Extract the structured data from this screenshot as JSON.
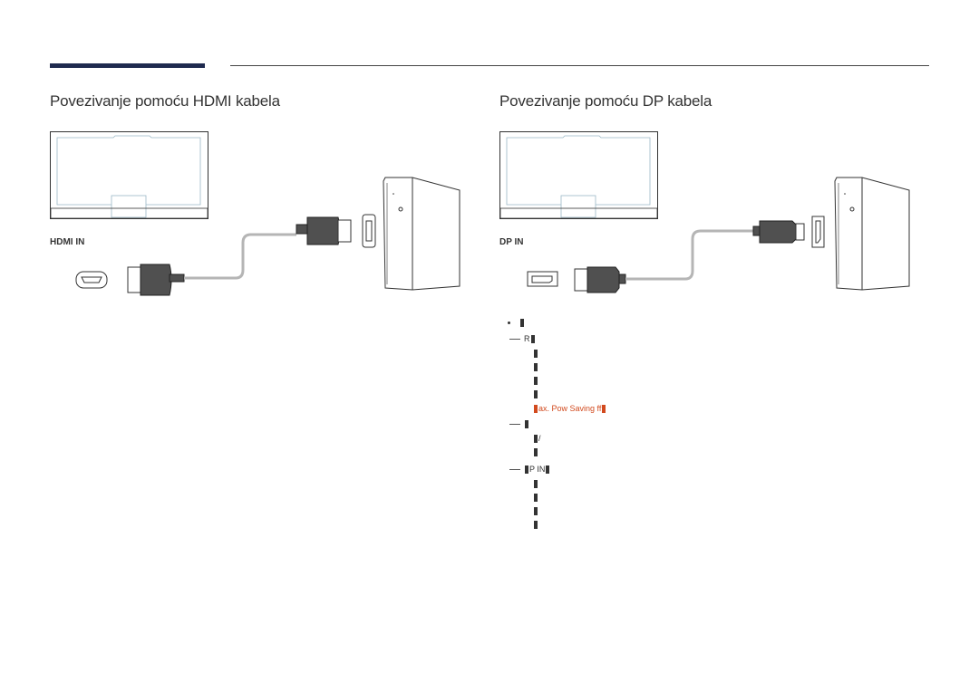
{
  "header": {
    "accent_color": "#1f2a4f"
  },
  "sections": {
    "hdmi": {
      "title": "Povezivanje pomoću HDMI kabela",
      "port_label": "HDMI IN"
    },
    "dp": {
      "title": "Povezivanje pomoću DP kabela",
      "port_label": "DP IN"
    }
  },
  "notes": {
    "rows": [
      {
        "prefix": "",
        "text": "",
        "kind": "bullet"
      },
      {
        "prefix": "R",
        "text": "",
        "kind": "dash"
      },
      {
        "prefix": "",
        "text": "",
        "kind": "line"
      },
      {
        "prefix": "",
        "text": "",
        "kind": "line"
      },
      {
        "prefix": "",
        "text": "",
        "kind": "line"
      },
      {
        "prefix": "",
        "text": "",
        "kind": "line"
      },
      {
        "prefix": "",
        "text": "ax. Pow Saving ff",
        "kind": "accent"
      },
      {
        "prefix": "",
        "text": "",
        "kind": "dash"
      },
      {
        "prefix": "",
        "text": "/",
        "kind": "line"
      },
      {
        "prefix": "",
        "text": "",
        "kind": "line"
      },
      {
        "prefix": "P IN",
        "text": "",
        "kind": "dash"
      },
      {
        "prefix": "",
        "text": "",
        "kind": "line"
      },
      {
        "prefix": "",
        "text": "",
        "kind": "line"
      },
      {
        "prefix": "",
        "text": "",
        "kind": "line"
      },
      {
        "prefix": "",
        "text": "",
        "kind": "line"
      }
    ],
    "accent_color": "#d24a1e"
  },
  "icons": [
    "monitor-icon",
    "pc-tower-icon",
    "hdmi-port-icon",
    "hdmi-plug-icon",
    "dp-port-icon",
    "dp-plug-icon",
    "cable-icon"
  ]
}
